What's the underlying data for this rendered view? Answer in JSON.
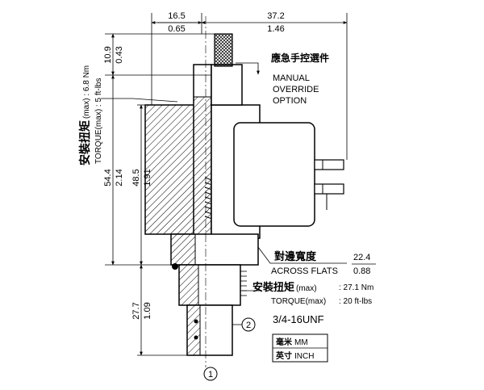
{
  "dimensions": {
    "top_width_1_mm": "16.5",
    "top_width_1_in": "0.65",
    "top_width_2_mm": "37.2",
    "top_width_2_in": "1.46",
    "override_height_mm": "10.9",
    "override_height_in": "0.43",
    "overall_height_mm": "54.4",
    "overall_height_in": "2.14",
    "coil_height_mm": "48.5",
    "coil_height_in": "1.91",
    "cartridge_height_mm": "27.7",
    "cartridge_height_in": "1.09"
  },
  "manual_override": {
    "label_cn": "應急手控選件",
    "label_en_1": "MANUAL",
    "label_en_2": "OVERRIDE",
    "label_en_3": "OPTION"
  },
  "coil_nut_torque": {
    "label_cn": "安裝扭矩",
    "cn_suffix": "(max) : 6.8 Nm",
    "label_en": "TORQUE(max) : 5 ft-lbs"
  },
  "across_flats": {
    "label_cn": "對邊寬度",
    "label_en": "ACROSS FLATS",
    "value_mm": "22.4",
    "value_in": "0.88"
  },
  "cartridge_torque": {
    "label_cn": "安裝扭矩",
    "cn_suffix": "(max)",
    "value_1": ": 27.1 Nm",
    "label_en": "TORQUE(max)",
    "value_2": ": 20 ft-lbs"
  },
  "thread": {
    "label": "3/4-16UNF"
  },
  "ports": {
    "port_1": "1",
    "port_2": "2"
  },
  "units": {
    "mm_cn": "毫米",
    "mm_en": "MM",
    "inch_cn": "英寸",
    "inch_en": "INCH"
  }
}
